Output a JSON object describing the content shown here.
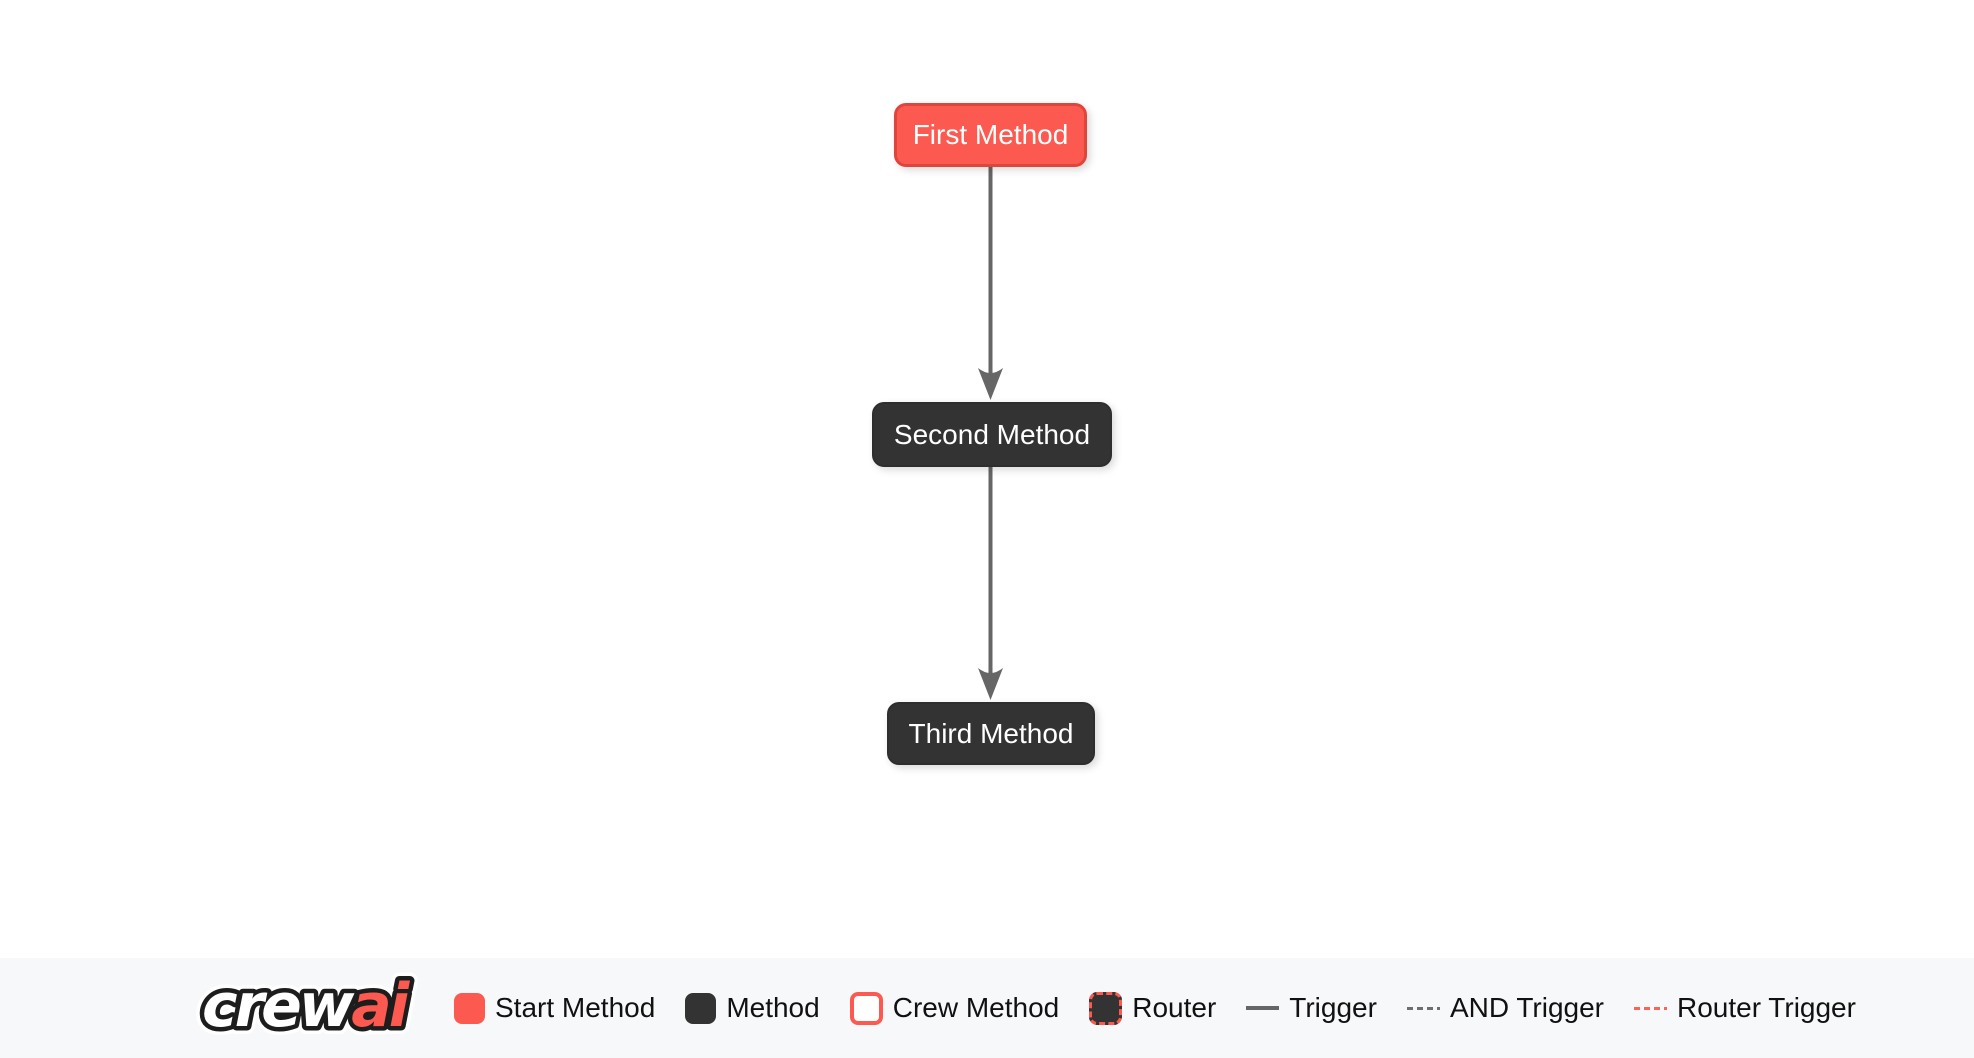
{
  "diagram": {
    "nodes": [
      {
        "label": "First Method",
        "type": "start-method"
      },
      {
        "label": "Second Method",
        "type": "method"
      },
      {
        "label": "Third Method",
        "type": "method"
      }
    ],
    "edges": [
      {
        "from": "First Method",
        "to": "Second Method",
        "type": "trigger"
      },
      {
        "from": "Second Method",
        "to": "Third Method",
        "type": "trigger"
      }
    ]
  },
  "footer": {
    "logo": {
      "part1": "crew",
      "part2": "ai"
    },
    "legend": [
      {
        "label": "Start Method",
        "swatch": "start-method-box"
      },
      {
        "label": "Method",
        "swatch": "method-box"
      },
      {
        "label": "Crew Method",
        "swatch": "crew-method-box"
      },
      {
        "label": "Router",
        "swatch": "router-box"
      },
      {
        "label": "Trigger",
        "swatch": "solid-line"
      },
      {
        "label": "AND Trigger",
        "swatch": "gray-dashed-line"
      },
      {
        "label": "Router Trigger",
        "swatch": "red-dashed-line"
      }
    ]
  },
  "colors": {
    "start_fill": "#FC5A50",
    "start_border": "#E0453B",
    "method_fill": "#333333",
    "edge": "#666666",
    "canvas_bg": "#FFFFFF",
    "footer_bg": "#F7F8FA",
    "node_text": "#FFFFFF",
    "legend_text": "#111111"
  }
}
